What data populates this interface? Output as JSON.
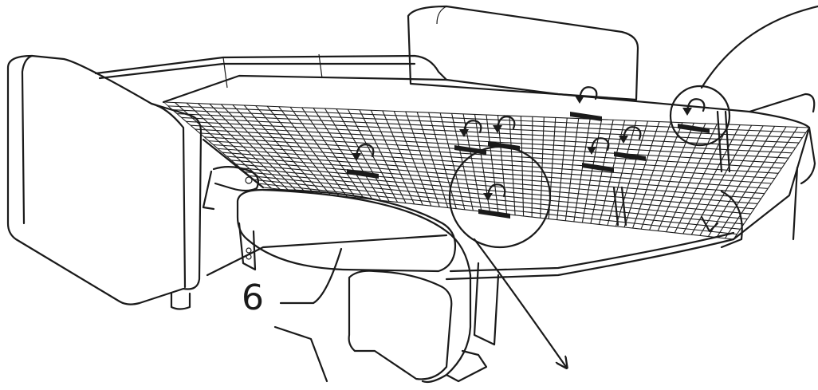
{
  "diagram": {
    "callouts": [
      {
        "label": "6"
      }
    ],
    "colors": {
      "line": "#1a1a1a",
      "background": "#ffffff",
      "cushion": "#ffffff"
    },
    "icons": [
      "rotate-arrow-icon",
      "magnifier-circle",
      "leader-arrow"
    ]
  }
}
